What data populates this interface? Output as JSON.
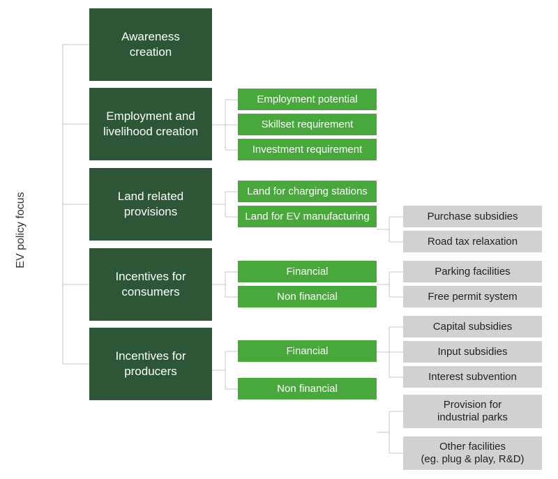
{
  "diagram": {
    "root_label": "EV policy focus",
    "categories": [
      {
        "label": "Awareness\ncreation",
        "children": []
      },
      {
        "label": "Employment and\nlivelihood creation",
        "children": [
          {
            "label": "Employment potential",
            "children": []
          },
          {
            "label": "Skillset requirement",
            "children": []
          },
          {
            "label": "Investment requirement",
            "children": []
          }
        ]
      },
      {
        "label": "Land related\nprovisions",
        "children": [
          {
            "label": "Land for charging stations",
            "children": []
          },
          {
            "label": "Land for EV manufacturing",
            "children": []
          }
        ]
      },
      {
        "label": "Incentives for\nconsumers",
        "children": [
          {
            "label": "Financial",
            "children": [
              "Purchase subsidies",
              "Road tax relaxation"
            ]
          },
          {
            "label": "Non financial",
            "children": [
              "Parking facilities",
              "Free permit system"
            ]
          }
        ]
      },
      {
        "label": "Incentives for\nproducers",
        "children": [
          {
            "label": "Financial",
            "children": [
              "Capital subsidies",
              "Input subsidies",
              "Interest subvention"
            ]
          },
          {
            "label": "Non financial",
            "children": [
              "Provision for\nindustrial parks",
              "Other facilities\n(eg. plug & play, R&D)"
            ]
          }
        ]
      }
    ]
  },
  "colors": {
    "category_box": "#2d5637",
    "subcategory_box": "#48a83c",
    "leaf_box": "#d1d1d1",
    "connector": "#c4c4c4"
  }
}
